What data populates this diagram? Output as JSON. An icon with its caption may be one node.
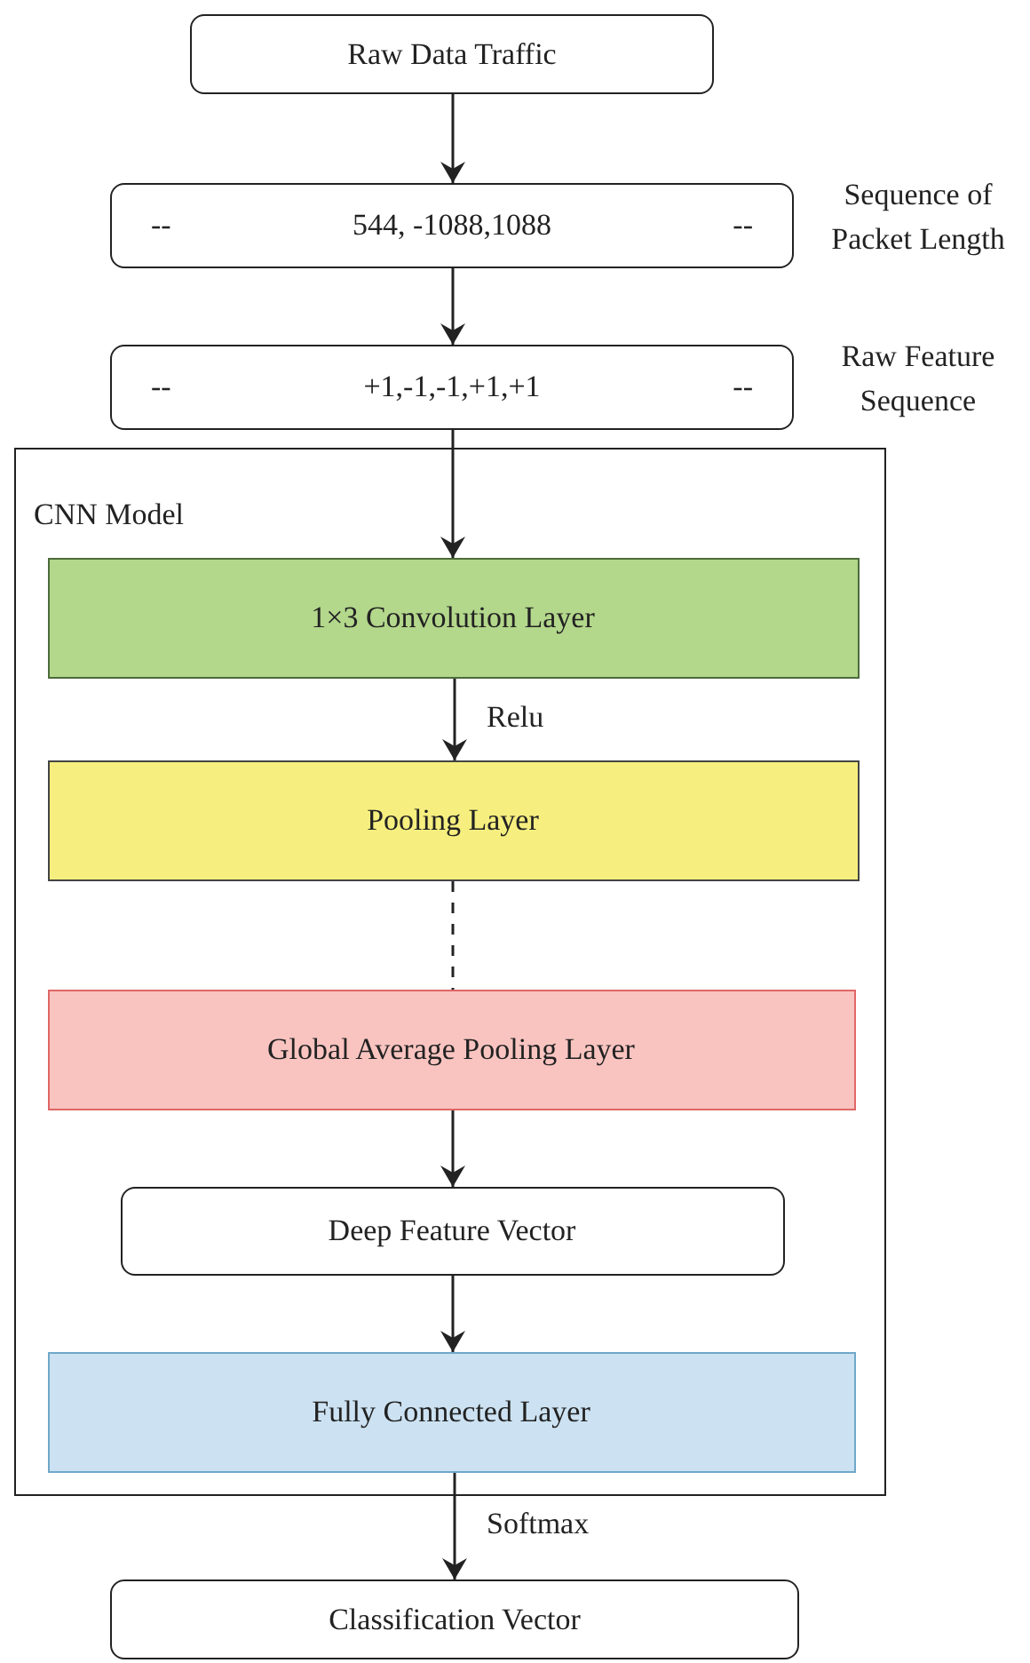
{
  "diagram": {
    "nodes": [
      {
        "text": [
          "Raw Data Traffic"
        ]
      },
      {
        "text": [
          "--",
          "544, -1088,1088",
          "--"
        ],
        "beside": [
          "Sequence of Packet Length"
        ]
      },
      {
        "text": [
          "--",
          "+1,-1,-1,+1,+1",
          "--"
        ],
        "beside": [
          "Raw Feature Sequence"
        ]
      },
      {
        "text": [
          "CNN Model"
        ]
      },
      {
        "text": [
          "1×3 Convolution Layer"
        ],
        "in": 3
      },
      {
        "text": [
          "Pooling Layer"
        ],
        "in": 3
      },
      {
        "text": [
          "Global Average Pooling Layer"
        ],
        "in": 3
      },
      {
        "text": [
          "Deep Feature Vector"
        ],
        "in": 3
      },
      {
        "text": [
          "Fully Connected Layer"
        ],
        "in": 3
      },
      {
        "text": [
          "Classification Vector"
        ]
      }
    ],
    "edges": [
      {
        "from": 0,
        "to": 1,
        "arrow": "to"
      },
      {
        "from": 1,
        "to": 2,
        "arrow": "to"
      },
      {
        "from": 2,
        "to": 4,
        "arrow": "to"
      },
      {
        "from": 4,
        "to": 5,
        "arrow": "to",
        "label": "Relu"
      },
      {
        "from": 5,
        "to": 6,
        "arrow": "none",
        "style": "dashed"
      },
      {
        "from": 6,
        "to": 7,
        "arrow": "to"
      },
      {
        "from": 7,
        "to": 8,
        "arrow": "to"
      },
      {
        "from": 8,
        "to": 9,
        "arrow": "to",
        "label": "Softmax"
      }
    ]
  }
}
